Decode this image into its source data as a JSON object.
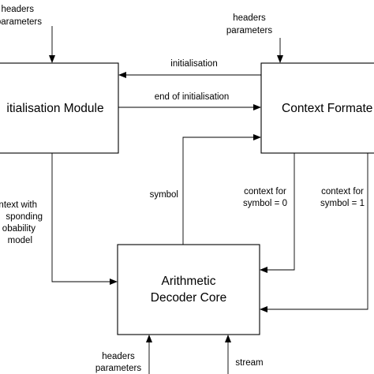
{
  "modules": {
    "init": "itialisation Module",
    "formatter": "Context Formate",
    "core_line1": "Arithmetic",
    "core_line2": "Decoder Core"
  },
  "labels": {
    "init_in_1": "headers",
    "init_in_2": "parameters",
    "fmt_in_1": "headers",
    "fmt_in_2": "parameters",
    "initialisation": "initialisation",
    "end_of_initialisation": "end of initialisation",
    "symbol": "symbol",
    "ctx0_1": "context for",
    "ctx0_2": "symbol = 0",
    "ctx1_1": "context for",
    "ctx1_2": "symbol = 1",
    "prob_1": "ntext with",
    "prob_2": "sponding",
    "prob_3": "obability",
    "prob_4": "model",
    "core_in_1": "headers",
    "core_in_2": "parameters",
    "stream": "stream"
  }
}
